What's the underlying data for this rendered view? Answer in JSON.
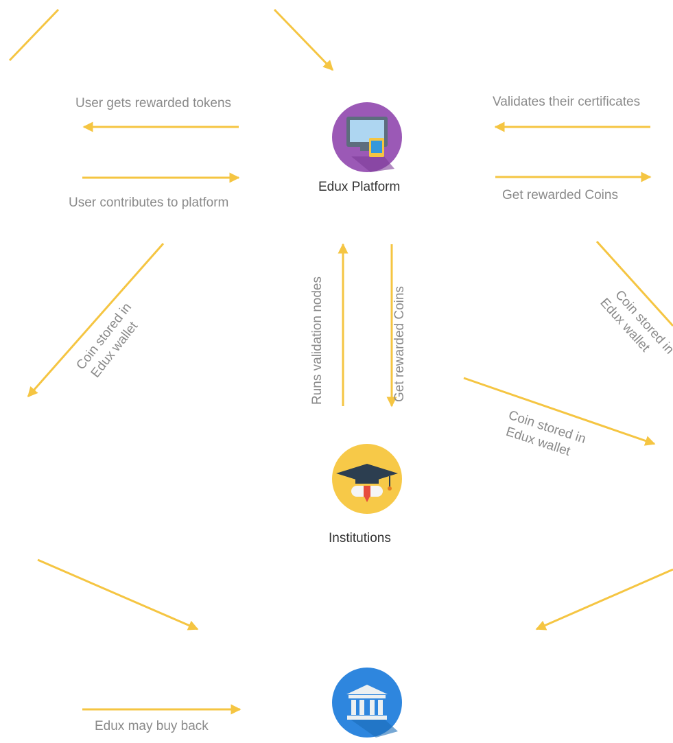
{
  "colors": {
    "arrow": "#f5c542",
    "label_text": "#8a8a8a",
    "node_text": "#333333",
    "platform": "#9b59b6",
    "institutions": "#f7c948",
    "bank": "#2e86de"
  },
  "nodes": {
    "platform": {
      "label": "Edux Platform",
      "icon": "computer-device-icon"
    },
    "institutions": {
      "label": "Institutions",
      "icon": "graduation-cap-diploma-icon"
    },
    "bank": {
      "label": "",
      "icon": "bank-building-icon"
    }
  },
  "edges": {
    "user_rewarded": "User gets rewarded tokens",
    "user_contributes": "User contributes to platform",
    "validates": "Validates their certificates",
    "get_coins_right": "Get rewarded Coins",
    "runs_nodes": "Runs validation nodes",
    "get_coins_vertical": "Get rewarded Coins",
    "coin_left_1": "Coin stored in",
    "coin_left_2": "Edux wallet",
    "coin_right_1": "Coin stored in",
    "coin_right_2": "Edux wallet",
    "coin_mid_1": "Coin stored in",
    "coin_mid_2": "Edux wallet",
    "buy_back": "Edux may buy back"
  }
}
